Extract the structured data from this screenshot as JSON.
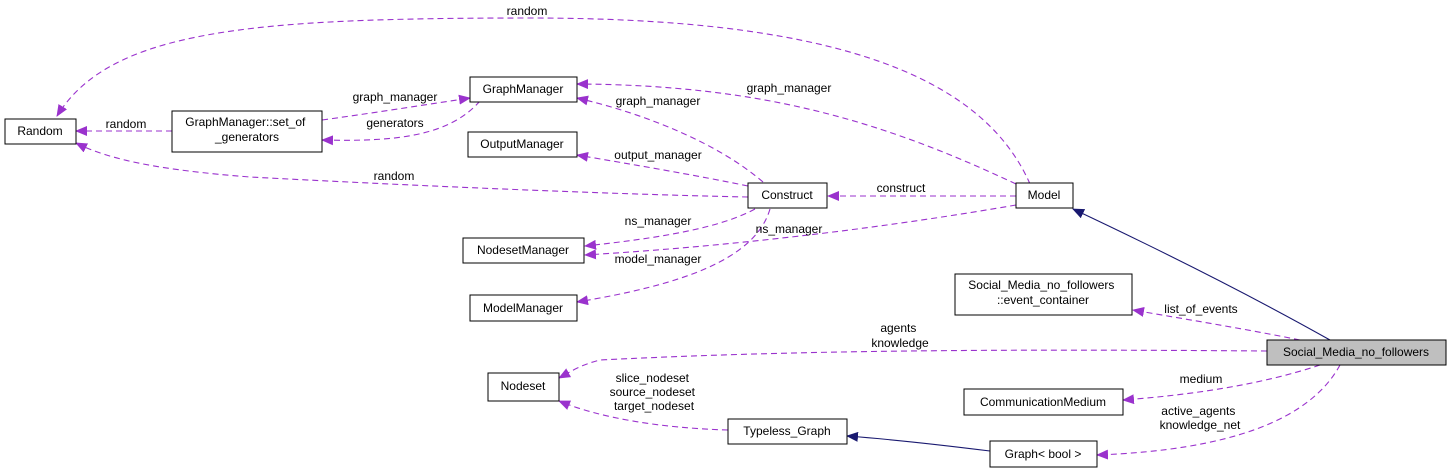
{
  "diagram": {
    "nodes": {
      "random": [
        "Random"
      ],
      "set_of_generators": [
        "GraphManager::set_of",
        "_generators"
      ],
      "graph_manager": [
        "GraphManager"
      ],
      "output_manager": [
        "OutputManager"
      ],
      "construct": [
        "Construct"
      ],
      "nodeset_manager": [
        "NodesetManager"
      ],
      "model_manager": [
        "ModelManager"
      ],
      "model": [
        "Model"
      ],
      "event_container": [
        "Social_Media_no_followers",
        "::event_container"
      ],
      "social_media": [
        "Social_Media_no_followers"
      ],
      "nodeset": [
        "Nodeset"
      ],
      "communication_medium": [
        "CommunicationMedium"
      ],
      "typeless_graph": [
        "Typeless_Graph"
      ],
      "graph_bool": [
        "Graph< bool >"
      ]
    },
    "edge_labels": {
      "model_random": [
        "random"
      ],
      "set_random": [
        "random"
      ],
      "construct_random": [
        "random"
      ],
      "set_graph_manager": [
        "graph_manager"
      ],
      "graph_manager_generators": [
        "generators"
      ],
      "model_graph_manager": [
        "graph_manager"
      ],
      "construct_graph_manager": [
        "graph_manager"
      ],
      "construct_output_manager": [
        "output_manager"
      ],
      "model_construct": [
        "construct"
      ],
      "construct_ns_manager": [
        "ns_manager"
      ],
      "model_ns_manager": [
        "ns_manager"
      ],
      "construct_model_manager": [
        "model_manager"
      ],
      "social_events": [
        "list_of_events"
      ],
      "social_nodeset": [
        "agents",
        "knowledge"
      ],
      "typeless_nodeset": [
        "slice_nodeset",
        "source_nodeset",
        "target_nodeset"
      ],
      "social_medium": [
        "medium"
      ],
      "social_graph_bool": [
        "active_agents",
        "knowledge_net"
      ]
    }
  }
}
